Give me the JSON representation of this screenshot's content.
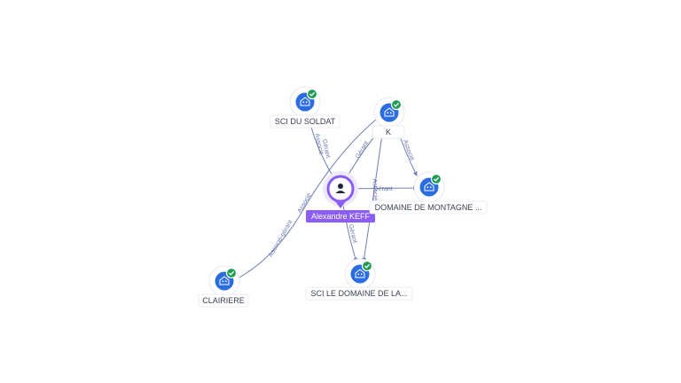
{
  "nodes": [
    {
      "id": "person",
      "type": "person",
      "label": "Alexandre KEFF",
      "icon": "person-icon",
      "color": "#8b5cf6"
    },
    {
      "id": "sci-soldat",
      "type": "company",
      "label": "SCI DU SOLDAT",
      "icon": "building-icon",
      "badge": "check-badge-icon"
    },
    {
      "id": "k",
      "type": "company",
      "label": "K",
      "icon": "building-icon",
      "badge": "check-badge-icon"
    },
    {
      "id": "domaine-montagne",
      "type": "company",
      "label": "DOMAINE DE MONTAGNE ...",
      "icon": "building-icon",
      "badge": "check-badge-icon"
    },
    {
      "id": "sci-domaine",
      "type": "company",
      "label": "SCI LE DOMAINE DE LA...",
      "icon": "building-icon",
      "badge": "check-badge-icon"
    },
    {
      "id": "clairiere",
      "type": "company",
      "label": "CLAIRIERE",
      "icon": "building-icon",
      "badge": "check-badge-icon"
    }
  ],
  "edges": [
    {
      "from": "person",
      "to": "sci-soldat",
      "labels": [
        "Gérant",
        "Associé"
      ]
    },
    {
      "from": "person",
      "to": "k",
      "labels": [
        "Gérant"
      ]
    },
    {
      "from": "person",
      "to": "domaine-montagne",
      "labels": [
        "Gérant"
      ]
    },
    {
      "from": "person",
      "to": "sci-domaine",
      "labels": [
        "Gérant"
      ]
    },
    {
      "from": "clairiere",
      "to": "person",
      "labels": [
        "Associé-gérant",
        "Associé"
      ]
    },
    {
      "from": "k",
      "to": "domaine-montagne",
      "labels": [
        "Associé"
      ]
    },
    {
      "from": "k",
      "to": "sci-domaine",
      "labels": [
        "Associé"
      ]
    }
  ],
  "colors": {
    "person_accent": "#8b5cf6",
    "company": "#2b6de0",
    "badge": "#1f9d55",
    "edge": "#6f7fb5"
  }
}
